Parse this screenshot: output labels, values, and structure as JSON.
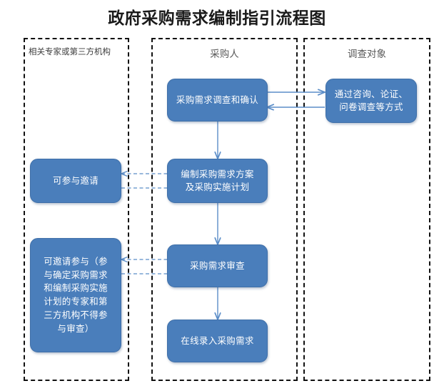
{
  "title": "政府采购需求编制指引流程图",
  "lanes": [
    {
      "id": "lane-experts",
      "label": "相关专家或第三方机构",
      "align": "left"
    },
    {
      "id": "lane-purchaser",
      "label": "采购人",
      "align": "center"
    },
    {
      "id": "lane-survey",
      "label": "调查对象",
      "align": "center"
    }
  ],
  "nodes": {
    "survey_confirm": "采购需求调查和确认",
    "survey_method": "通过咨询、论证、\n问卷调查等方式",
    "may_invite": "可参与邀请",
    "plan_compile": "编制采购需求方案\n及采购实施计划",
    "may_invite_long": "可邀请参与（参\n与确定采购需求\n和编制采购实施\n计划的专家和第\n三方机构不得参\n与审查）",
    "demand_review": "采购需求审查",
    "online_entry": "在线录入采购需求"
  },
  "colors": {
    "node_fill": "#4a7ebb",
    "node_border": "#3f6fa8",
    "connector": "#5b8dc8",
    "lane_border": "#111111",
    "title_text": "#1a1a1a"
  },
  "connectors": [
    {
      "name": "confirm-to-method",
      "style": "solid",
      "direction": "right"
    },
    {
      "name": "method-to-confirm",
      "style": "solid",
      "direction": "left"
    },
    {
      "name": "confirm-to-plan",
      "style": "solid",
      "direction": "down"
    },
    {
      "name": "plan-to-experts",
      "style": "dashed",
      "direction": "left"
    },
    {
      "name": "experts-to-plan",
      "style": "dashed",
      "direction": "right"
    },
    {
      "name": "plan-to-review",
      "style": "solid",
      "direction": "down"
    },
    {
      "name": "review-to-experts",
      "style": "dashed",
      "direction": "left"
    },
    {
      "name": "experts-to-review",
      "style": "dashed",
      "direction": "right"
    },
    {
      "name": "review-to-entry",
      "style": "solid",
      "direction": "down"
    }
  ]
}
